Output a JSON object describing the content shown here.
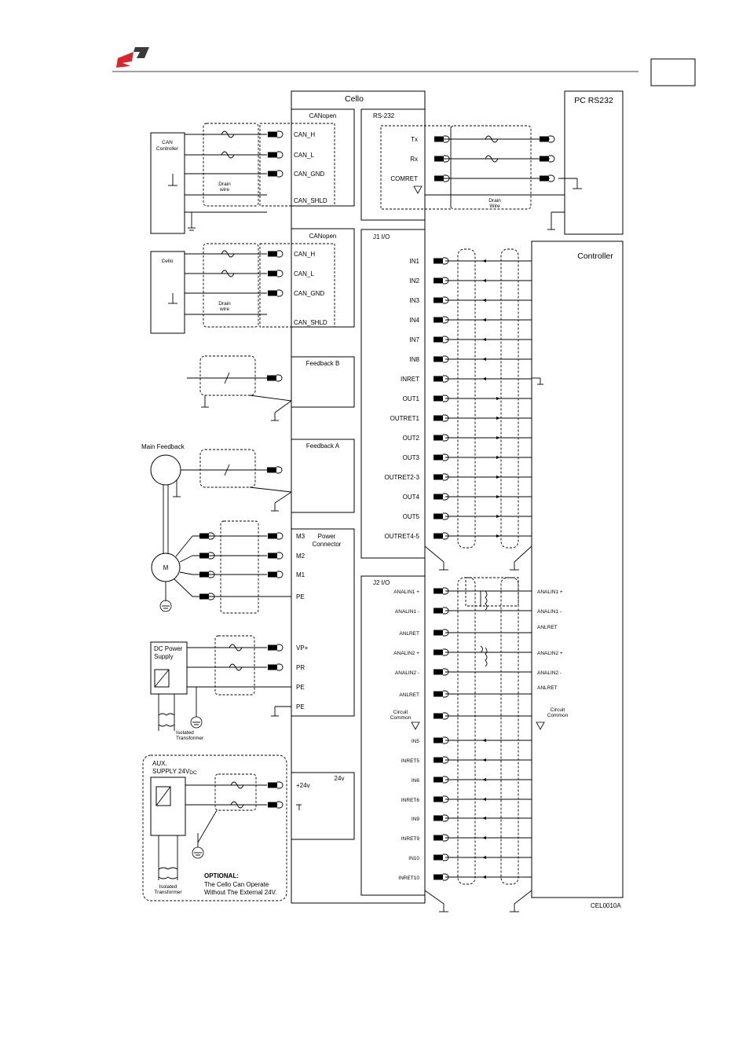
{
  "header": {
    "logo": "elmo-logo-icon",
    "brand_colors": {
      "red": "#d8262c",
      "dark": "#3a3a3a"
    }
  },
  "cello": {
    "title": "Cello"
  },
  "pc": {
    "title": "PC RS232"
  },
  "controller": {
    "title": "Controller"
  },
  "canopen1": {
    "title": "CANopen",
    "device": "CAN\nController",
    "pins": [
      "CAN_H",
      "CAN_L",
      "CAN_GND",
      "CAN_SHLD"
    ],
    "drain": "Drain\nwire"
  },
  "canopen2": {
    "title": "CANopen",
    "device": "Cello",
    "pins": [
      "CAN_H",
      "CAN_L",
      "CAN_GND",
      "CAN_SHLD"
    ],
    "drain": "Drain\nwire"
  },
  "rs232": {
    "title": "RS-232",
    "pins": [
      "Tx",
      "Rx",
      "COMRET"
    ],
    "drain": "Drain\nWire"
  },
  "feedback_b": {
    "title": "Feedback B"
  },
  "feedback_a": {
    "title": "Feedback A",
    "device": "Main Feedback"
  },
  "power": {
    "title": "Power\nConnector",
    "pins": [
      "M3",
      "M2",
      "M1",
      "PE"
    ],
    "motor": "M"
  },
  "dc_supply": {
    "device": "DC Power\nSupply",
    "pins": [
      "VP+",
      "PR",
      "PE",
      "PE"
    ],
    "transformer": "Isolated\nTransformer"
  },
  "aux": {
    "device": "AUX.\nSUPPLY 24V",
    "device_sub": "DC",
    "title": "24v",
    "pins": [
      "+24v"
    ],
    "transformer": "Isolated\nTransformer",
    "note_title": "OPTIONAL:",
    "note": "The Cello Can Operate\nWithout The External 24V."
  },
  "j1": {
    "title": "J1 I/O",
    "pins": [
      "IN1",
      "IN2",
      "IN3",
      "IN4",
      "IN7",
      "IN8",
      "INRET",
      "OUT1",
      "OUTRET1",
      "OUT2",
      "OUT3",
      "OUTRET2-3",
      "OUT4",
      "OUT5",
      "OUTRET4-5"
    ]
  },
  "j2": {
    "title": "J2 I/O",
    "pins": [
      "ANALIN1 +",
      "ANALIN1 -",
      "ANLRET",
      "ANALIN2 +",
      "ANALIN2 -",
      "ANLRET",
      "Circuit\nCommon",
      "IN5",
      "INRET5",
      "IN6",
      "INRET6",
      "IN9",
      "INRET9",
      "IN10",
      "INRET10"
    ],
    "controller_pins": [
      "ANALIN1 +",
      "ANALIN1 -",
      "ANLRET",
      "ANALIN2 +",
      "ANALIN2 -",
      "ANLRET",
      "Circuit\nCommon"
    ]
  },
  "figure_id": "CEL0010A"
}
